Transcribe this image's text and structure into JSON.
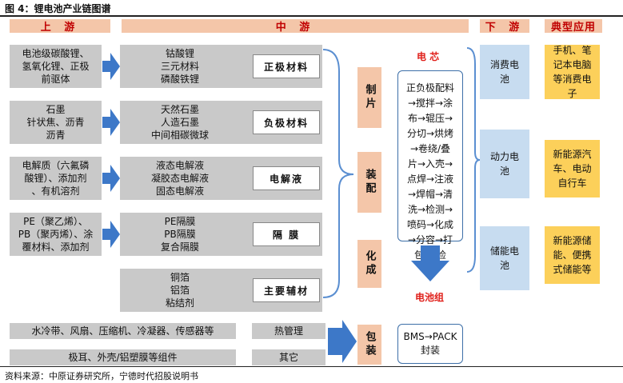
{
  "title": "图 4：锂电池产业链图谱",
  "headers": {
    "upstream": "上 游",
    "midstream": "中 游",
    "downstream": "下 游",
    "application": "典型应用"
  },
  "rows": [
    {
      "upstream": "电池级碳酸锂、\n氢氧化锂、正极\n前驱体",
      "materials": "钴酸锂\n三元材料\n磷酸铁锂",
      "component": "正极材料"
    },
    {
      "upstream": "石墨\n针状焦、沥青\n沥青",
      "materials": "天然石墨\n人造石墨\n中间相碳微球",
      "component": "负极材料"
    },
    {
      "upstream": "电解质（六氟磷\n酸锂）、添加剂\n、有机溶剂",
      "materials": "液态电解液\n凝胶态电解液\n固态电解液",
      "component": "电解液"
    },
    {
      "upstream": "PE（聚乙烯）、\nPB（聚丙烯）、涂\n覆材料、添加剂",
      "materials": "PE隔膜\nPB隔膜\n复合隔膜",
      "component": "隔 膜"
    },
    {
      "upstream": "",
      "materials": "铜箔\n铝箔\n粘结剂",
      "component": "主要辅材"
    }
  ],
  "bottom_rows": [
    {
      "left": "水冷带、风扇、压缩机、冷凝器、传感器等",
      "right": "热管理"
    },
    {
      "left": "极耳、外壳/铝塑膜等组件",
      "right": "其它"
    }
  ],
  "steps": [
    "制片",
    "装配",
    "化成",
    "包装"
  ],
  "cell_label": "电 芯",
  "cell_process": "正负极配料\n→搅拌→涂\n布→辊压→\n分切→烘烤\n→卷绕/叠\n片→入壳→\n点焊→注液\n→焊帽→清\n洗→检测→\n喷码→化成\n→分容→打\n包/目检",
  "pack_label": "电池组",
  "bms_text": "BMS→PACK\n封装",
  "downstream": [
    "消费电\n池",
    "动力电\n池",
    "储能电\n池"
  ],
  "applications": [
    "手机、笔\n记本电脑\n等消费电\n子",
    "新能源汽\n车、电动\n自行车",
    "新能源储\n能、便携\n式储能等"
  ],
  "source": "资料来源：中原证券研究所，宁德时代招股说明书",
  "colors": {
    "header_fill": "#f4c6a9",
    "header_text": "#c00000",
    "arrow": "#3d78c8",
    "grey": "#c9c9c9",
    "blue": "#c7dcf0",
    "yellow": "#fcd05a"
  }
}
